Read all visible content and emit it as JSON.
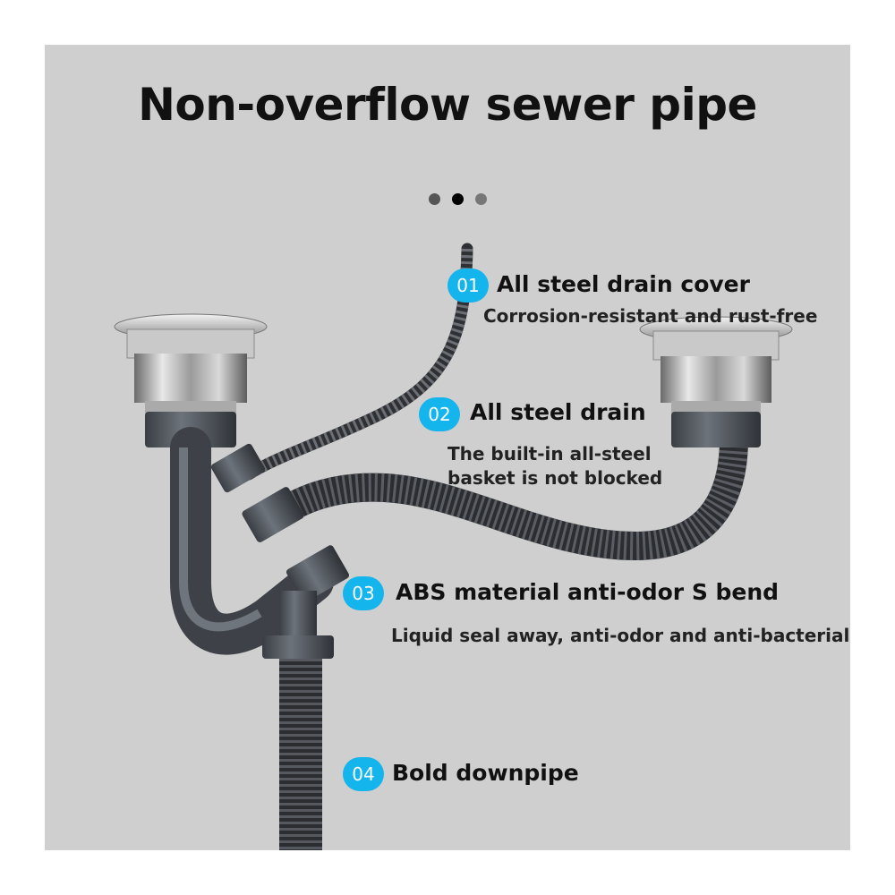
{
  "title": "Non-overflow sewer pipe",
  "carousel": {
    "dot_count": 3,
    "active_index": 1
  },
  "colors": {
    "background": "#cfcfcf",
    "badge": "#14b4ec",
    "text": "#111111"
  },
  "features": [
    {
      "number": "01",
      "title": "All steel drain cover",
      "description": "Corrosion-resistant and rust-free"
    },
    {
      "number": "02",
      "title": "All steel drain",
      "description_lines": [
        "The built-in all-steel",
        "basket is not blocked"
      ]
    },
    {
      "number": "03",
      "title": "ABS material anti-odor S bend",
      "description": "Liquid seal away, anti-odor and anti-bacterial"
    },
    {
      "number": "04",
      "title": "Bold downpipe"
    }
  ]
}
